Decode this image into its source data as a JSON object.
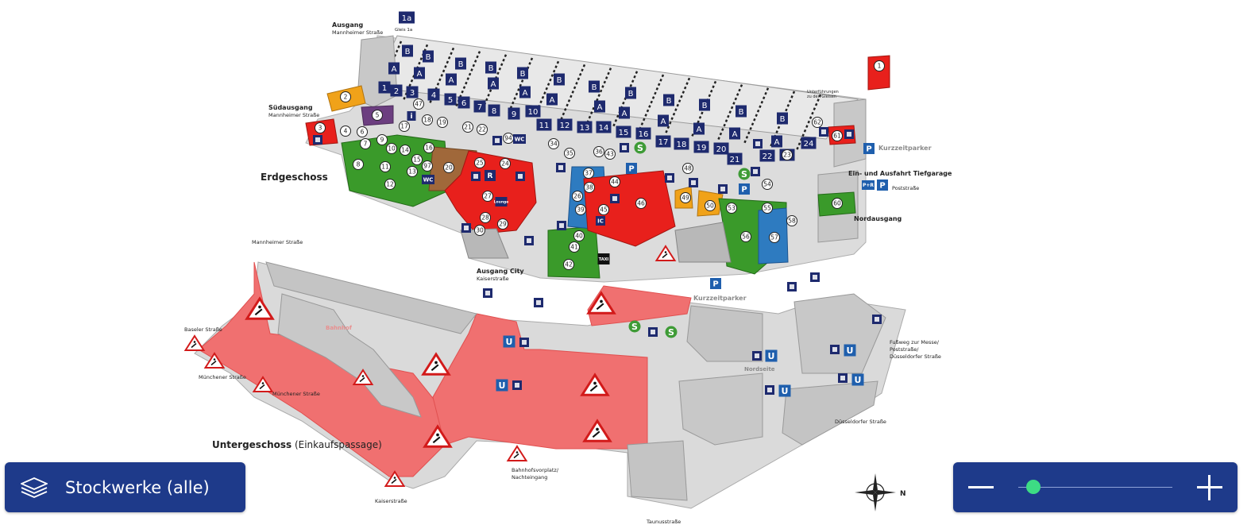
{
  "map": {
    "floor_labels": {
      "ground": "Erdgeschoss",
      "lower_prefix": "Untergeschoss",
      "lower_suffix": " (Einkaufspassage)"
    },
    "exits": {
      "ausgang": "Ausgang",
      "mannheimer_1": "Mannheimer Straße",
      "gleis_1a": "Gleis 1a",
      "suedausgang": "Südausgang",
      "mannheimer_2": "Mannheimer Straße",
      "ausgang_city": "Ausgang City",
      "kaiserstrasse_1": "Kaiserstraße",
      "nordausgang": "Nordausgang",
      "tiefgarage": "Ein- und Ausfahrt Tiefgarage",
      "poststrasse": "Poststraße",
      "kurzzeitparker_1": "Kurzzeitparker",
      "kurzzeitparker_2": "Kurzzeitparker",
      "unterfuehrungen_1": "Unterführungen",
      "unterfuehrungen_2": "zu den Gleisen"
    },
    "streets": {
      "mannheimer_3": "Mannheimer Straße",
      "baseler": "Baseler Straße",
      "muenchener_1": "Münchener Straße",
      "muenchener_2": "Münchener Straße",
      "kaiserstrasse_2": "Kaiserstraße",
      "bahnhofsvorplatz_1": "Bahnhofsvorplatz/",
      "bahnhofsvorplatz_2": "Nachteingang",
      "taunus": "Taunusstraße",
      "duesseldorfer": "Düsseldorfer Straße",
      "fussweg_1": "Fußweg zur Messe/",
      "fussweg_2": "Poststraße/",
      "fussweg_3": "Düsseldorfer Straße",
      "nordseite": "Nordseite",
      "bahnhof": "Bahnhof"
    },
    "platforms": [
      "1",
      "2",
      "3",
      "4",
      "5",
      "6",
      "7",
      "8",
      "9",
      "10",
      "11",
      "12",
      "13",
      "14",
      "15",
      "16",
      "17",
      "18",
      "19",
      "20",
      "21",
      "22",
      "23",
      "24"
    ],
    "platform_1a": "1a",
    "section_letters": [
      "A",
      "B"
    ],
    "poi_numbers": [
      "1",
      "2",
      "3",
      "4",
      "5",
      "6",
      "7",
      "8",
      "9",
      "10",
      "11",
      "12",
      "13",
      "14",
      "15",
      "16",
      "17",
      "18",
      "19",
      "20",
      "21",
      "22",
      "23",
      "24",
      "25",
      "26",
      "27",
      "28",
      "29",
      "30",
      "34",
      "35",
      "36",
      "37",
      "38",
      "39",
      "40",
      "41",
      "42",
      "43",
      "44",
      "45",
      "46",
      "47",
      "48",
      "49",
      "50",
      "53",
      "54",
      "55",
      "56",
      "57",
      "58",
      "60",
      "61",
      "62",
      "94",
      "97"
    ],
    "badges": {
      "u": "U",
      "s": "S",
      "p": "P",
      "wc": "WC",
      "i": "i",
      "r": "R",
      "pr": "P+R",
      "taxi": "TAXI",
      "ic": "IC",
      "lounge": "Lounge"
    },
    "compass_n": "N",
    "colors": {
      "shop_red": "#E8201C",
      "food_green": "#3A9A2A",
      "service_orange": "#F0A219",
      "info_blue": "#2E7BC0",
      "lounge_purple": "#6C3E80",
      "restaurant_brown": "#A0683A",
      "construction_pink": "#F07070",
      "building_grey": "#C8C8C8",
      "pictogram_navy": "#1E2A6E",
      "control_blue": "#1E3A8A",
      "slider_green": "#3DDC84"
    }
  },
  "controls": {
    "floor_button": {
      "label": "Stockwerke (alle)",
      "icon": "layers-icon"
    },
    "zoom": {
      "minus_icon": "minus-icon",
      "plus_icon": "plus-icon",
      "level": 0.1
    }
  }
}
